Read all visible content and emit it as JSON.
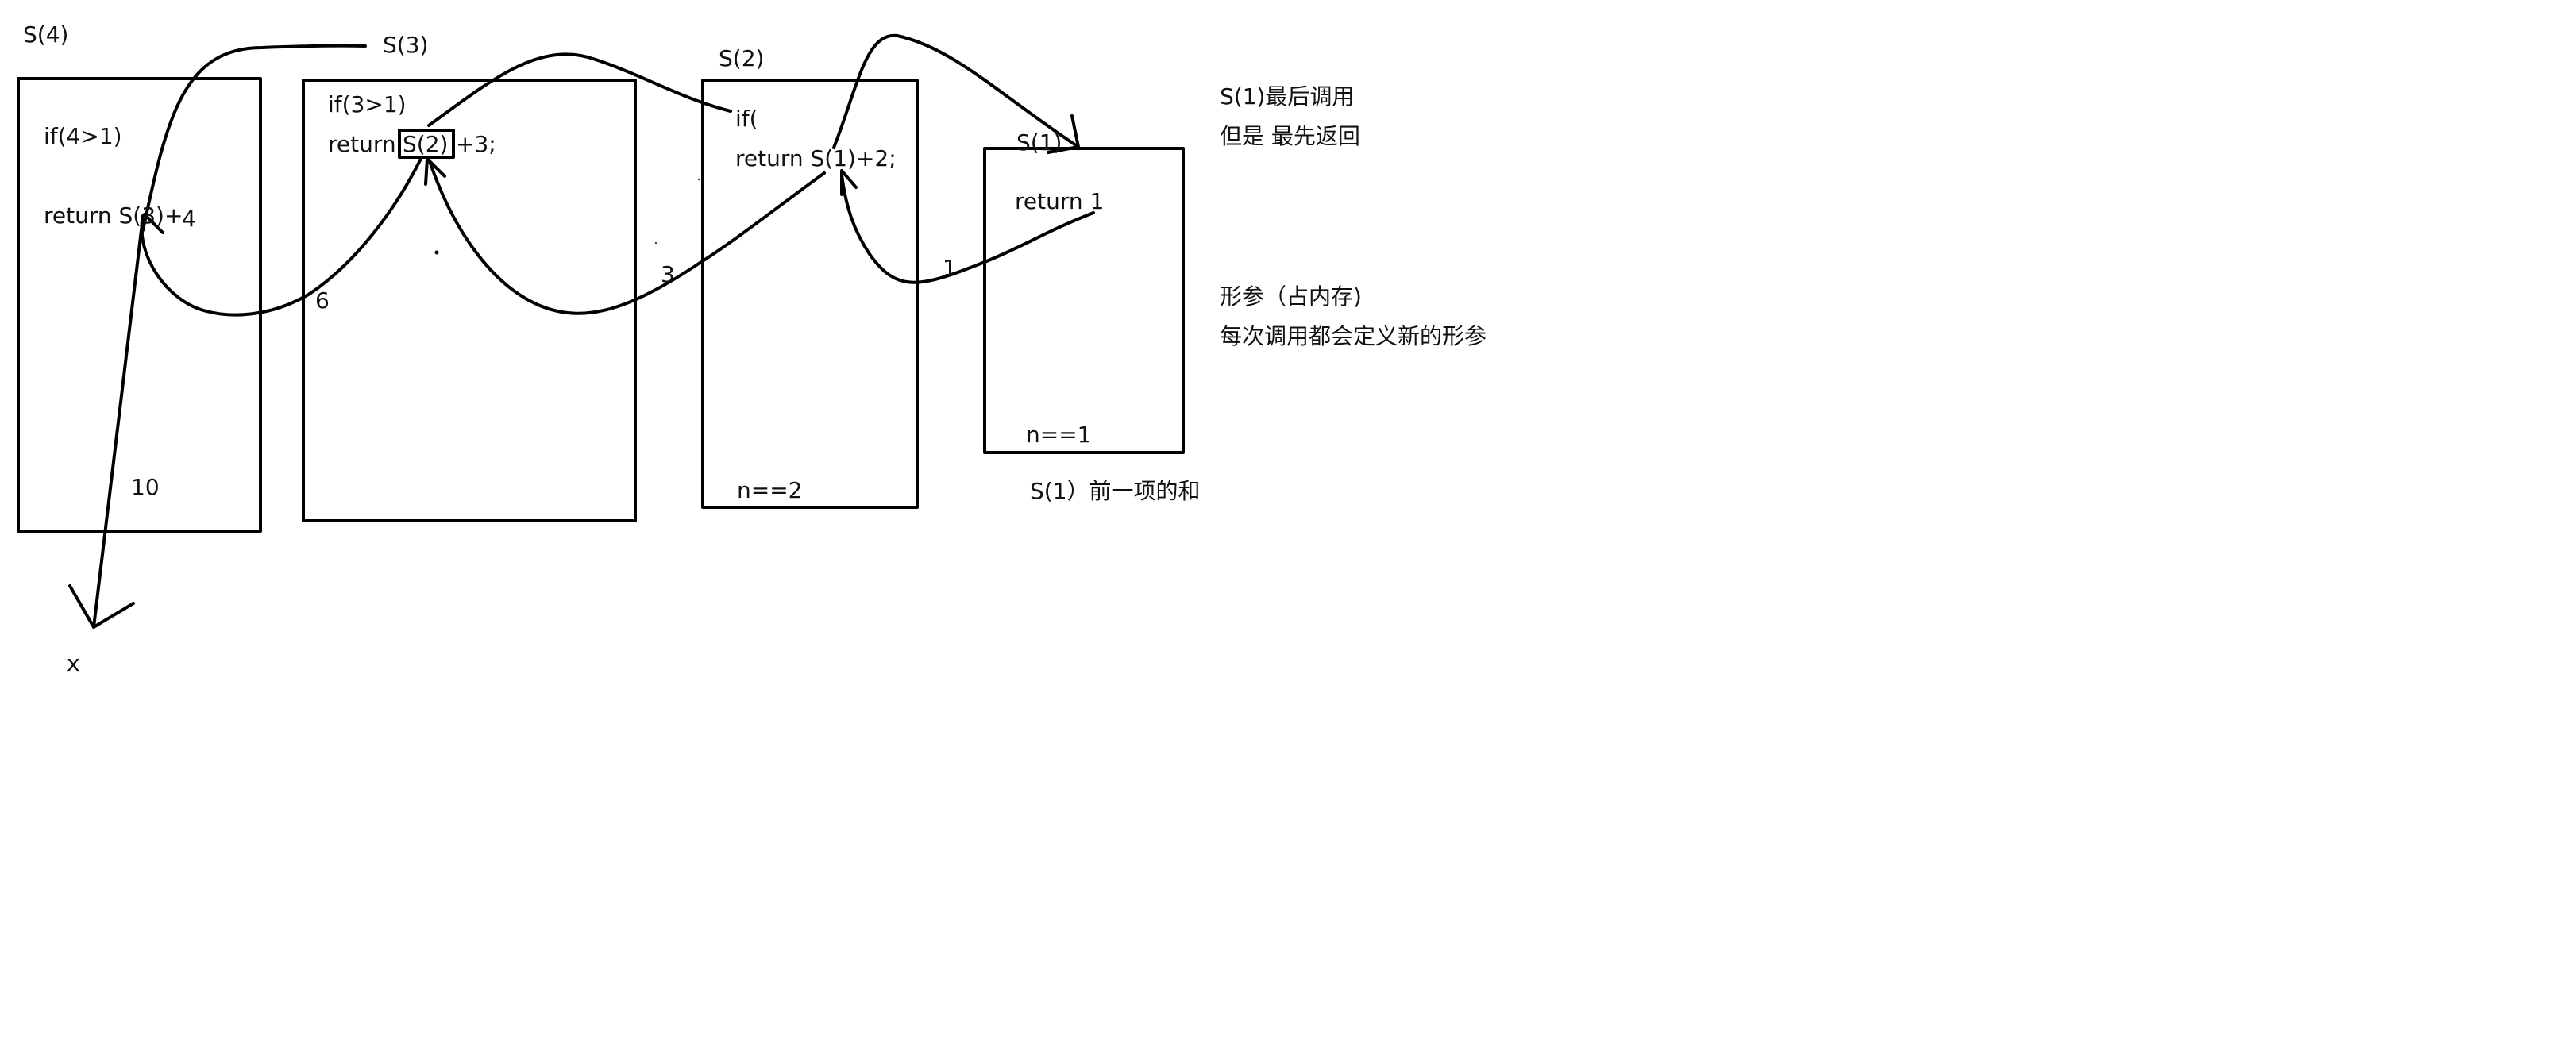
{
  "frames": {
    "s4": {
      "title": "S(4)",
      "line1": "if(4>1)",
      "line2": "return S(3)+",
      "line2_suffix": "4",
      "result": "10"
    },
    "s3": {
      "title": "S(3)",
      "line1": "if(3>1)",
      "line2_pre": "return",
      "line2_boxed": "S(2)",
      "line2_post": "+3;",
      "returned": "6"
    },
    "s2": {
      "title": "S(2)",
      "line1": "if(",
      "line2": "return S(1)+2;",
      "condition": "n==2",
      "returned": "3"
    },
    "s1": {
      "title": "S(1)",
      "line1": "return 1",
      "condition": "n==1",
      "returned": "1",
      "caption": "S(1）前一项的和"
    }
  },
  "output_label": "x",
  "notes": {
    "line1": "S(1)最后调用",
    "line2": "但是 最先返回",
    "line3": "形参（占内存)",
    "line4": "每次调用都会定义新的形参"
  }
}
